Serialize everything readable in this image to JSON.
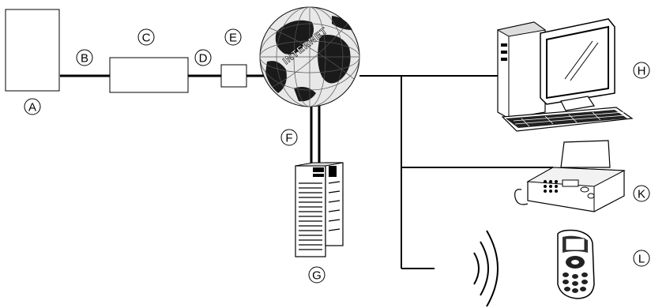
{
  "diagram": {
    "globe_text": "INTERNET",
    "labels": {
      "A": "A",
      "B": "B",
      "C": "C",
      "D": "D",
      "E": "E",
      "F": "F",
      "G": "G",
      "H": "H",
      "K": "K",
      "L": "L"
    }
  },
  "colors": {
    "line": "#000000",
    "background": "#ffffff",
    "globe_land": "#1a1a1a",
    "globe_ocean": "#e8e8e8"
  },
  "icons": {
    "device_a": "box-outline-icon",
    "device_c": "box-outline-icon",
    "device_e": "small-box-icon",
    "globe": "internet-globe-icon",
    "server": "server-tower-icon",
    "computer": "desktop-computer-icon",
    "fax": "fax-machine-icon",
    "wireless": "wireless-signal-icon",
    "phone": "mobile-phone-icon"
  }
}
